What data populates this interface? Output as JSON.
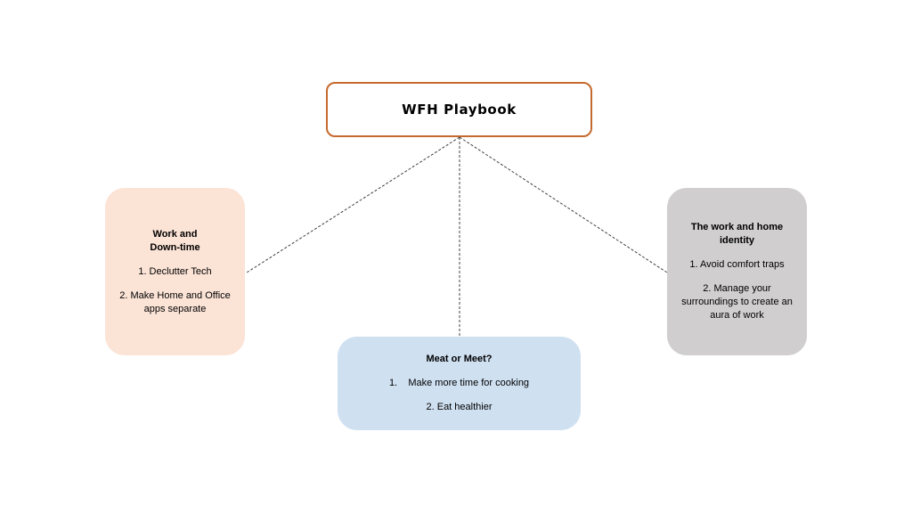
{
  "root": {
    "title": "WFH Playbook",
    "border_color": "#c56a2e"
  },
  "branches": [
    {
      "heading": "Work and\nDown-time",
      "items": [
        "1. Declutter Tech",
        "2. Make Home and Office apps separate"
      ],
      "fill_color": "#fbe3d6"
    },
    {
      "heading": "Meat or Meet?",
      "items": [
        "1.    Make more time for cooking",
        "2. Eat healthier"
      ],
      "fill_color": "#cfe0f1"
    },
    {
      "heading": "The work and home identity",
      "items": [
        "1. Avoid comfort traps",
        "2. Manage your surroundings to create an aura of work"
      ],
      "fill_color": "#d0cece"
    }
  ],
  "connector_style": "dashed"
}
